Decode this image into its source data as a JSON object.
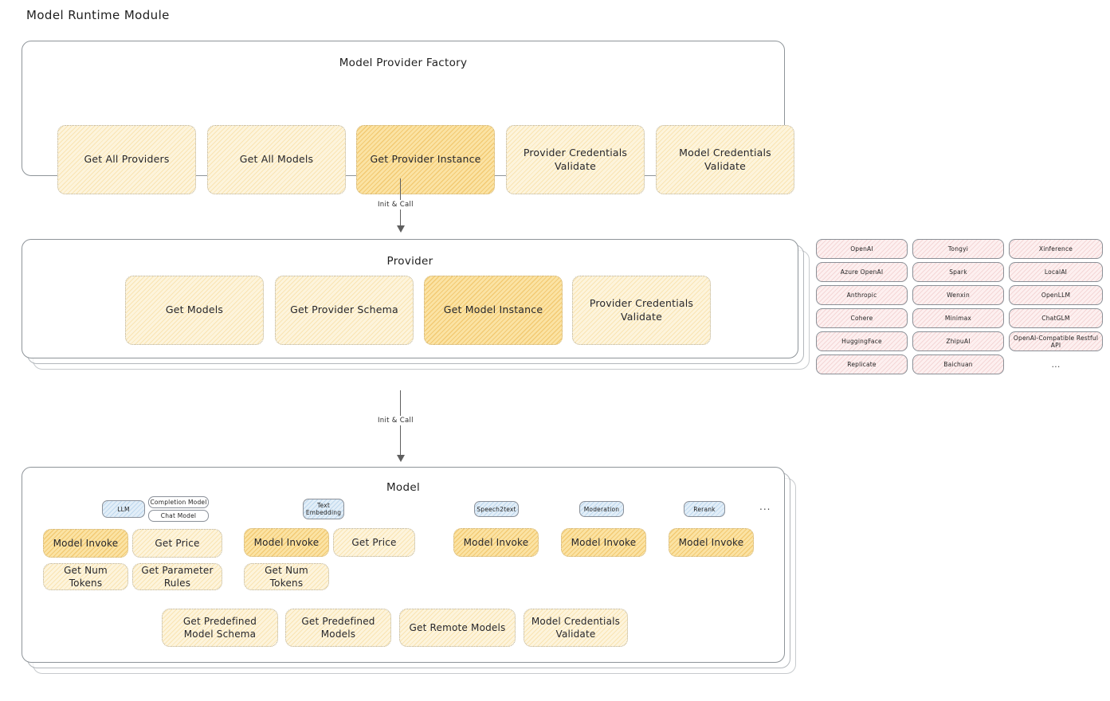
{
  "page": {
    "title": "Model Runtime Module"
  },
  "arrows": [
    {
      "label": "Init & Call"
    },
    {
      "label": "Init & Call"
    }
  ],
  "factory": {
    "heading": "Model Provider Factory",
    "methods": [
      {
        "label": "Get All Providers",
        "highlight": false
      },
      {
        "label": "Get All Models",
        "highlight": false
      },
      {
        "label": "Get Provider Instance",
        "highlight": true
      },
      {
        "label": "Provider Credentials Validate",
        "highlight": false
      },
      {
        "label": "Model Credentials Validate",
        "highlight": false
      }
    ]
  },
  "provider": {
    "heading": "Provider",
    "methods": [
      {
        "label": "Get Models",
        "highlight": false
      },
      {
        "label": "Get Provider Schema",
        "highlight": false
      },
      {
        "label": "Get Model Instance",
        "highlight": true
      },
      {
        "label": "Provider Credentials Validate",
        "highlight": false
      }
    ]
  },
  "provider_list": {
    "columns": [
      {
        "chips": [
          "OpenAI",
          "Azure OpenAI",
          "Anthropic",
          "Cohere",
          "HuggingFace",
          "Replicate"
        ]
      },
      {
        "chips": [
          "Tongyi",
          "Spark",
          "Wenxin",
          "Minimax",
          "ZhipuAI",
          "Baichuan"
        ]
      },
      {
        "chips": [
          "Xinference",
          "LocalAI",
          "OpenLLM",
          "ChatGLM",
          "OpenAI-Compatible Restful API",
          "..."
        ]
      }
    ]
  },
  "model": {
    "heading": "Model",
    "more_indicator": "...",
    "groups": [
      {
        "tag": "LLM",
        "subtags": [
          "Completion Model",
          "Chat Model"
        ],
        "methods": [
          {
            "label": "Model Invoke",
            "highlight": true
          },
          {
            "label": "Get Price",
            "highlight": false
          },
          {
            "label": "Get Num Tokens",
            "highlight": false
          },
          {
            "label": "Get Parameter Rules",
            "highlight": false
          }
        ]
      },
      {
        "tag": "Text Embedding",
        "subtags": [],
        "methods": [
          {
            "label": "Model Invoke",
            "highlight": true
          },
          {
            "label": "Get Price",
            "highlight": false
          },
          {
            "label": "Get Num Tokens",
            "highlight": false
          }
        ]
      },
      {
        "tag": "Speech2text",
        "subtags": [],
        "methods": [
          {
            "label": "Model Invoke",
            "highlight": true
          }
        ]
      },
      {
        "tag": "Moderation",
        "subtags": [],
        "methods": [
          {
            "label": "Model Invoke",
            "highlight": true
          }
        ]
      },
      {
        "tag": "Rerank",
        "subtags": [],
        "methods": [
          {
            "label": "Model Invoke",
            "highlight": true
          }
        ]
      }
    ],
    "shared_methods": [
      {
        "label": "Get Predefined Model Schema"
      },
      {
        "label": "Get Predefined Models"
      },
      {
        "label": "Get Remote Models"
      },
      {
        "label": "Model Credentials Validate"
      }
    ]
  },
  "colors": {
    "method_fill": "#fdf4dc",
    "method_highlight": "#fbe3a4",
    "tag_fill": "#e2eef8",
    "chip_fill": "#fdf0f0",
    "border": "#8e9499"
  }
}
